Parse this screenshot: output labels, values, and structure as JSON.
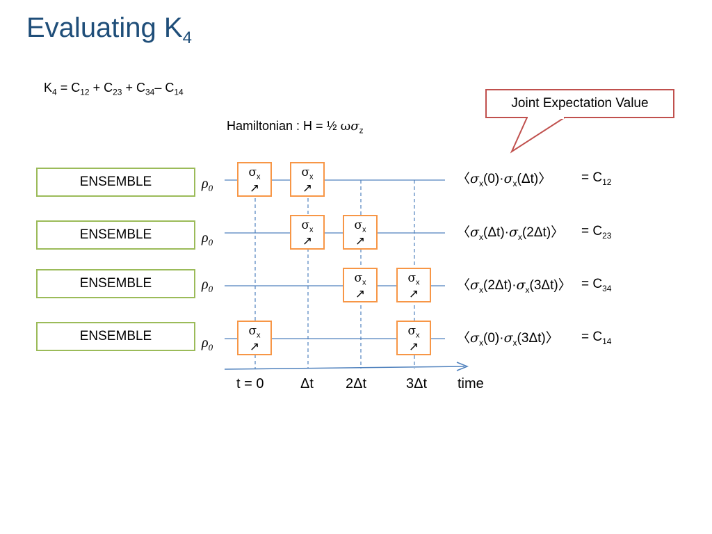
{
  "title": {
    "text": "Evaluating K",
    "sub": "4"
  },
  "formula": {
    "k": "K",
    "k_sub": "4",
    "t1": " = C",
    "t1_sub": "12",
    "t2": " + C",
    "t2_sub": "23",
    "t3": " + C",
    "t3_sub": "34",
    "t4": "– C",
    "t4_sub": "14"
  },
  "hamiltonian": {
    "prefix": "Hamiltonian :  H = ½ ",
    "omega": "ω",
    "sigma": "σ",
    "sub": "z"
  },
  "callout": {
    "text": "Joint Expectation Value"
  },
  "ensembles": [
    {
      "label": "ENSEMBLE",
      "rho": "ρ",
      "rho_sub": "0"
    },
    {
      "label": "ENSEMBLE",
      "rho": "ρ",
      "rho_sub": "0"
    },
    {
      "label": "ENSEMBLE",
      "rho": "ρ",
      "rho_sub": "0"
    },
    {
      "label": "ENSEMBLE",
      "rho": "ρ",
      "rho_sub": "0"
    }
  ],
  "gate": {
    "sigma": "σ",
    "sub": "x",
    "arrow": "↗"
  },
  "expressions": [
    {
      "a": "0",
      "b": "Δt",
      "result": "= C",
      "result_sub": "12"
    },
    {
      "a": "Δt",
      "b": "2Δt",
      "result": "= C",
      "result_sub": "23"
    },
    {
      "a": "2Δt",
      "b": "3Δt",
      "result": "= C",
      "result_sub": "34"
    },
    {
      "a": "0",
      "b": "3Δt",
      "result": "= C",
      "result_sub": "14"
    }
  ],
  "time_labels": [
    "t = 0",
    "Δt",
    "2Δt",
    "3Δt"
  ],
  "time_axis_label": "time",
  "colors": {
    "title": "#1f4e79",
    "ensemble_border": "#9bbb59",
    "gate_border": "#f79646",
    "callout_border": "#c0504d",
    "line": "#4f81bd"
  }
}
